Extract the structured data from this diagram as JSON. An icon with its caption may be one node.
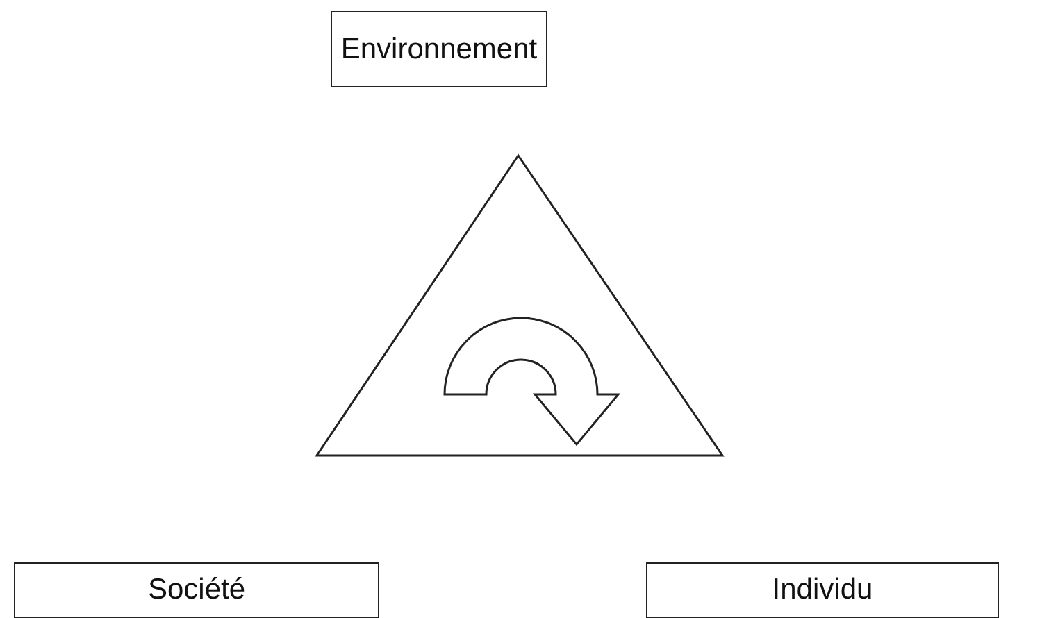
{
  "diagram": {
    "nodes": [
      {
        "text": [
          "Environnement"
        ]
      },
      {
        "text": [],
        "shape": "triangle"
      },
      {
        "text": [
          "Société"
        ]
      },
      {
        "text": [
          "Individu"
        ]
      }
    ],
    "edges": []
  }
}
